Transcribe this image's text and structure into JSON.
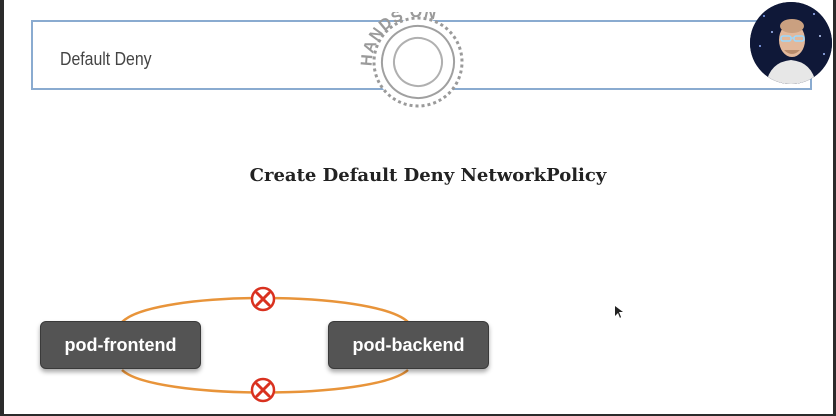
{
  "header": {
    "title": "Default Deny"
  },
  "stamp": {
    "text": "HANDS ON"
  },
  "slide": {
    "title": "Create Default Deny NetworkPolicy"
  },
  "pods": {
    "frontend": "pod-frontend",
    "backend": "pod-backend"
  },
  "colors": {
    "header_border": "#8aabd0",
    "connection": "#e8943a",
    "deny": "#d9311f",
    "pod_fill": "#545454"
  }
}
